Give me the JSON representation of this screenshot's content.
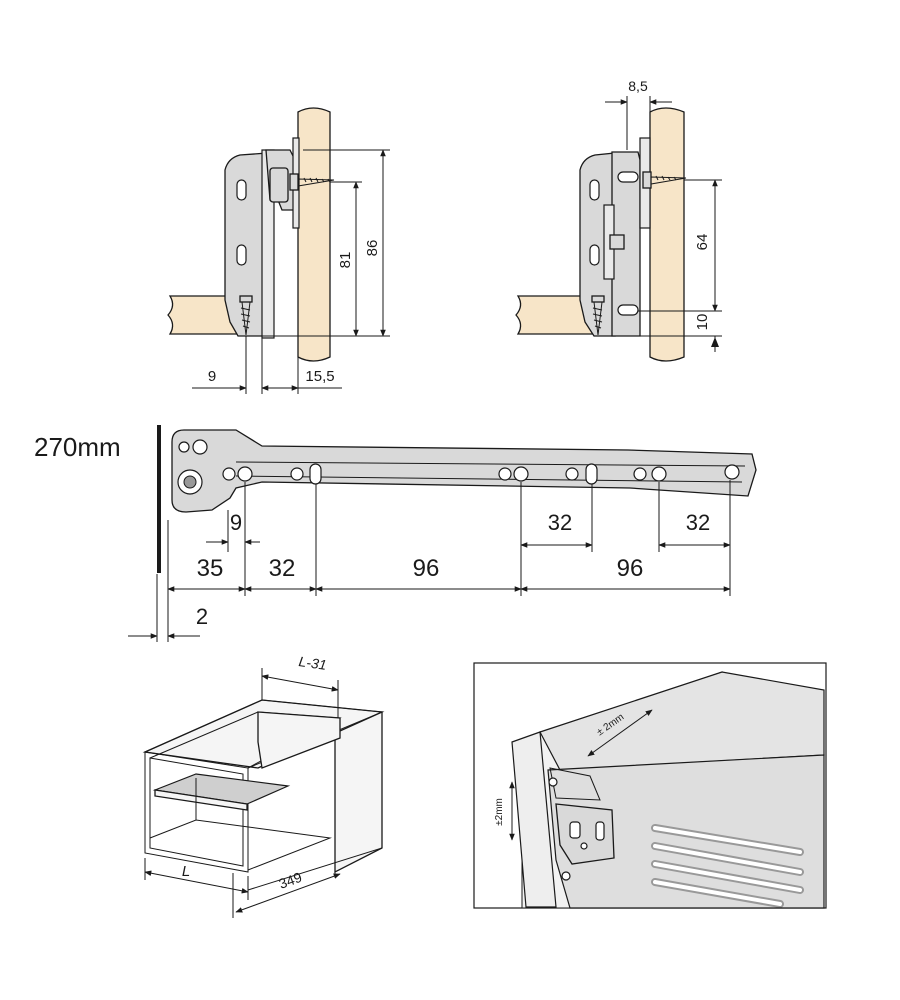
{
  "colors": {
    "wood": "#f7e5c8",
    "metal": "#d9d9d9",
    "line": "#1a1a1a",
    "background": "#ffffff"
  },
  "side_view_left": {
    "dim_height_outer": "86",
    "dim_height_inner": "81",
    "dim_bottom_left": "9",
    "dim_bottom_right": "15,5"
  },
  "side_view_right": {
    "dim_top_offset": "8,5",
    "dim_hole_spacing": "64",
    "dim_bottom_offset": "10"
  },
  "runner": {
    "length_label": "270mm",
    "dims": {
      "d9": "9",
      "d35": "35",
      "d32_a": "32",
      "d96_a": "96",
      "d32_b": "32",
      "d96_b": "96",
      "d32_c": "32",
      "d2": "2"
    }
  },
  "drawer_box": {
    "dim_depth": "L-31",
    "dim_width": "L",
    "dim_length": "349"
  },
  "detail_view": {
    "tol_horizontal": "± 2mm",
    "tol_vertical": "±2mm"
  }
}
